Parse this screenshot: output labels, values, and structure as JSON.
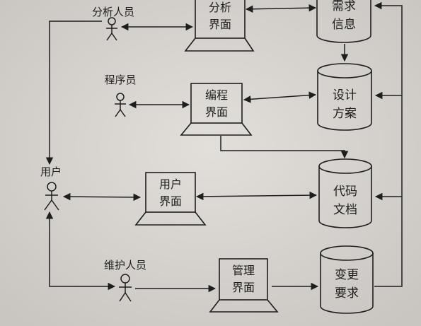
{
  "actors": {
    "analyst": "分析人员",
    "programmer": "程序员",
    "user": "用户",
    "maintainer": "维护人员"
  },
  "interfaces": {
    "analysis": [
      "分析",
      "界面"
    ],
    "programming": [
      "编程",
      "界面"
    ],
    "user": [
      "用户",
      "界面"
    ],
    "management": [
      "管理",
      "界面"
    ]
  },
  "stores": {
    "requirements": [
      "需求",
      "信息"
    ],
    "design": [
      "设计",
      "方案"
    ],
    "code_docs": [
      "代码",
      "文档"
    ],
    "change_requests": [
      "变更",
      "要求"
    ]
  },
  "colors": {
    "background": "#d6d3cf",
    "ink": "#1e1e1e"
  }
}
